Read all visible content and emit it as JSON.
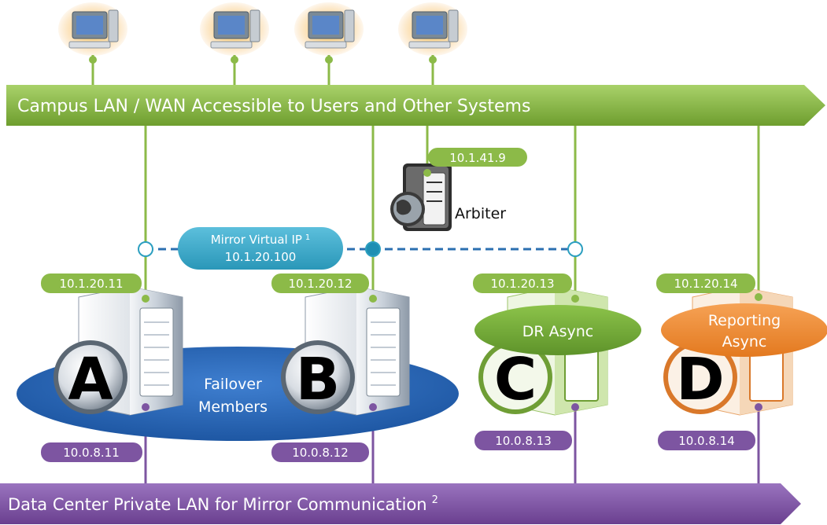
{
  "banners": {
    "top": "Campus LAN / WAN Accessible to Users and Other Systems",
    "bottom": "Data Center Private LAN for Mirror Communication",
    "bottom_sup": "2"
  },
  "arbiter": {
    "ip": "10.1.41.9",
    "label": "Arbiter"
  },
  "mirror_vip": {
    "line1": "Mirror Virtual IP",
    "sup": "1",
    "ip": "10.1.20.100"
  },
  "failover_label": {
    "line1": "Failover",
    "line2": "Members"
  },
  "servers": [
    {
      "letter": "A",
      "ip_upper": "10.1.20.11",
      "ip_lower": "10.0.8.11"
    },
    {
      "letter": "B",
      "ip_upper": "10.1.20.12",
      "ip_lower": "10.0.8.12"
    },
    {
      "letter": "C",
      "ip_upper": "10.1.20.13",
      "ip_lower": "10.0.8.13",
      "badge": [
        "DR Async"
      ]
    },
    {
      "letter": "D",
      "ip_upper": "10.1.20.14",
      "ip_lower": "10.0.8.14",
      "badge": [
        "Reporting",
        "Async"
      ]
    }
  ],
  "colors": {
    "green": "#8cba48",
    "purple": "#7d55a1",
    "teal": "#2c9fc0",
    "blue": "#2e6db4",
    "dashed": "#2b6fb0"
  }
}
